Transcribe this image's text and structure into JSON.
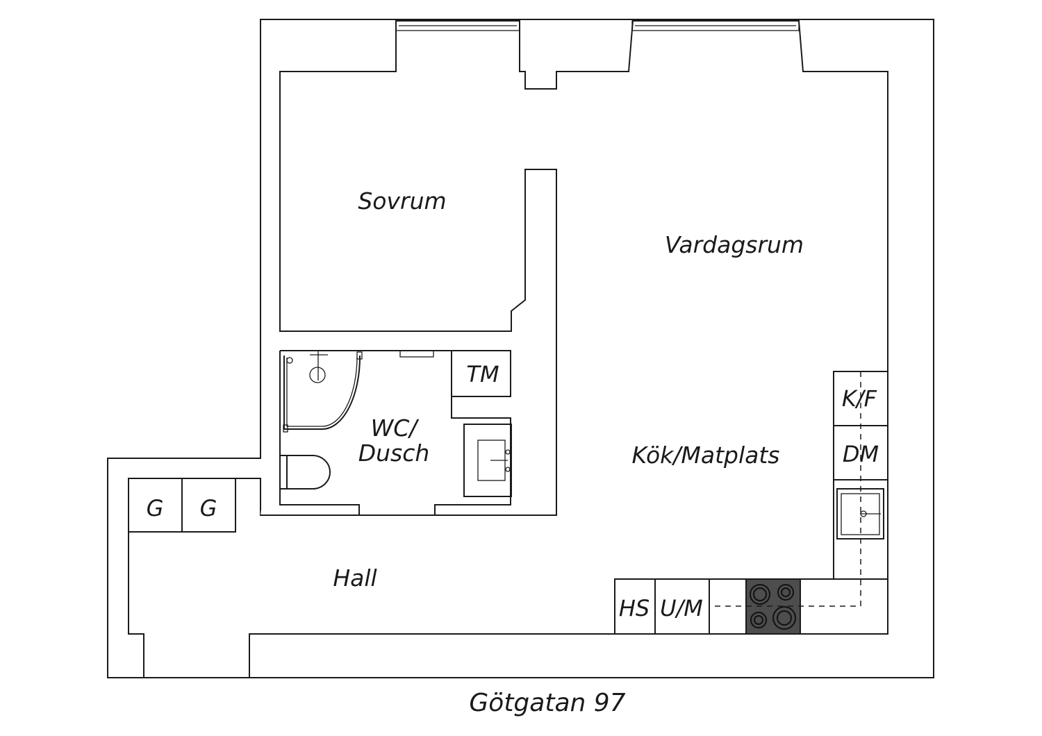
{
  "rooms": {
    "bedroom": "Sovrum",
    "living": "Vardagsrum",
    "bathroom_line1": "WC/",
    "bathroom_line2": "Dusch",
    "kitchen": "Kök/Matplats",
    "hall": "Hall"
  },
  "fixtures": {
    "washer": "TM",
    "fridge": "K/F",
    "dishwasher": "DM",
    "wardrobe_1": "G",
    "wardrobe_2": "G",
    "tall_cabinet": "HS",
    "oven_micro": "U/M"
  },
  "caption": "Götgatan 97",
  "colors": {
    "line": "#1a1a1a",
    "background": "#ffffff",
    "hob": "#4d4d4d"
  }
}
